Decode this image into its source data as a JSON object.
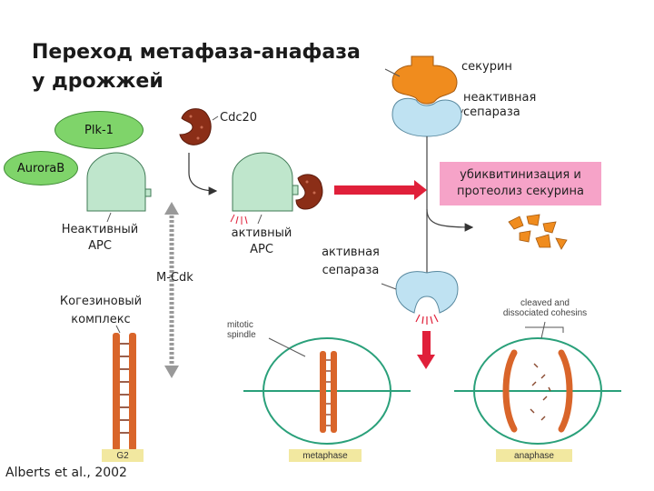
{
  "title": {
    "line1": "Переход метафаза-анафаза",
    "line2": "у дрожжей"
  },
  "labels": {
    "securin": "секурин",
    "inactive_separase_1": "неактивная",
    "inactive_separase_2": "сепараза",
    "plk1": "Plk-1",
    "cdc20": "Cdc20",
    "aurora_b": "AuroraB",
    "ubiquitination_1": "убиквитинизация и",
    "ubiquitination_2": "протеолиз секурина",
    "inactive_apc_1": "Неактивный",
    "inactive_apc_2": "APC",
    "active_apc_1": "активный",
    "active_apc_2": "APC",
    "active_separase_1": "активная",
    "active_separase_2": "сепараза",
    "mcdk": "M-Cdk",
    "cohesin_1": "Когезиновый",
    "cohesin_2": "комплекс",
    "cleaved_1": "cleaved and",
    "cleaved_2": "dissociated cohesins",
    "mitotic_1": "mitotic",
    "mitotic_2": "spindle",
    "stage_g2": "G2",
    "stage_metaphase": "metaphase",
    "stage_anaphase": "anaphase",
    "citation": "Alberts et al., 2002"
  },
  "colors": {
    "apc_fill": "#bfe6cc",
    "securin_orange": "#f08c1e",
    "separase_blue": "#bfe2f2",
    "cdc20_brown": "#8b2e17",
    "arrow_red": "#e0203a",
    "plk_green": "#7fd46a",
    "ubiq_pink": "#f6a3c8",
    "chromosome_orange": "#d9652a",
    "spindle_green": "#2aa07a"
  }
}
